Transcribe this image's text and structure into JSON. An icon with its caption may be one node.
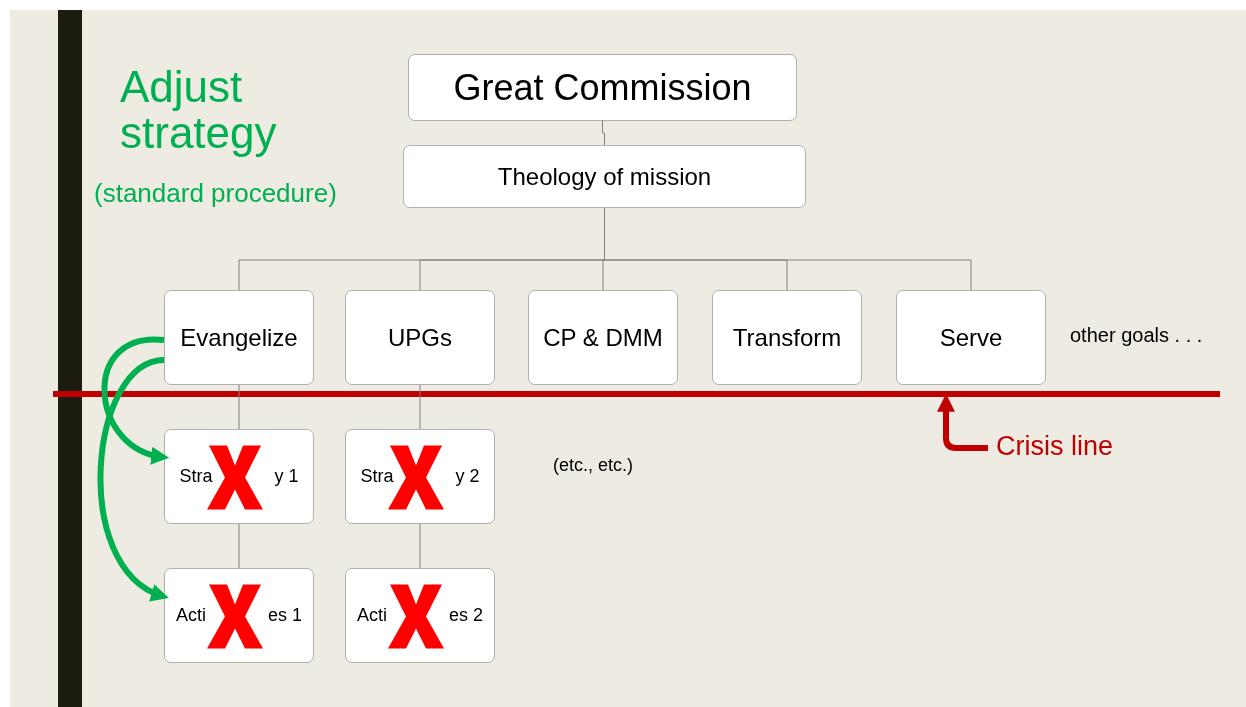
{
  "diagram": {
    "nodes": [
      {
        "text": [
          "Great Commission"
        ]
      },
      {
        "text": [
          "Theology of mission"
        ]
      },
      {
        "text": [
          "Evangelize"
        ]
      },
      {
        "text": [
          "UPGs"
        ]
      },
      {
        "text": [
          "CP & DMM"
        ]
      },
      {
        "text": [
          "Transform"
        ]
      },
      {
        "text": [
          "Serve"
        ]
      },
      {
        "text": [
          "Stra",
          "y 1"
        ]
      },
      {
        "text": [
          "Stra",
          "y 2"
        ]
      },
      {
        "text": [
          "Acti",
          "es 1"
        ]
      },
      {
        "text": [
          "Acti",
          "es 2"
        ]
      },
      {
        "text": [
          "Crisis line"
        ]
      },
      {
        "text": [],
        "shape": "bar"
      },
      {
        "text": [],
        "shape": "bar"
      }
    ],
    "edges": [
      {
        "from": 0,
        "to": 1,
        "arrow": "none"
      },
      {
        "from": 1,
        "to": 2,
        "arrow": "none"
      },
      {
        "from": 1,
        "to": 3,
        "arrow": "none"
      },
      {
        "from": 1,
        "to": 4,
        "arrow": "none"
      },
      {
        "from": 1,
        "to": 5,
        "arrow": "none"
      },
      {
        "from": 1,
        "to": 6,
        "arrow": "none"
      },
      {
        "from": 2,
        "to": 7,
        "arrow": "none"
      },
      {
        "from": 3,
        "to": 8,
        "arrow": "none"
      },
      {
        "from": 7,
        "to": 9,
        "arrow": "none"
      },
      {
        "from": 8,
        "to": 10,
        "arrow": "none"
      },
      {
        "from": 2,
        "to": 7,
        "arrow": "to",
        "style": "thick",
        "color": "#00b050"
      },
      {
        "from": 2,
        "to": 9,
        "arrow": "to",
        "style": "thick",
        "color": "#00b050"
      },
      {
        "from": 11,
        "to": 12,
        "arrow": "to",
        "style": "thick",
        "color": "#c00000"
      }
    ],
    "labels": [
      "Adjust strategy",
      "(standard procedure)",
      "other goals . . .",
      "(etc., etc.)"
    ]
  }
}
